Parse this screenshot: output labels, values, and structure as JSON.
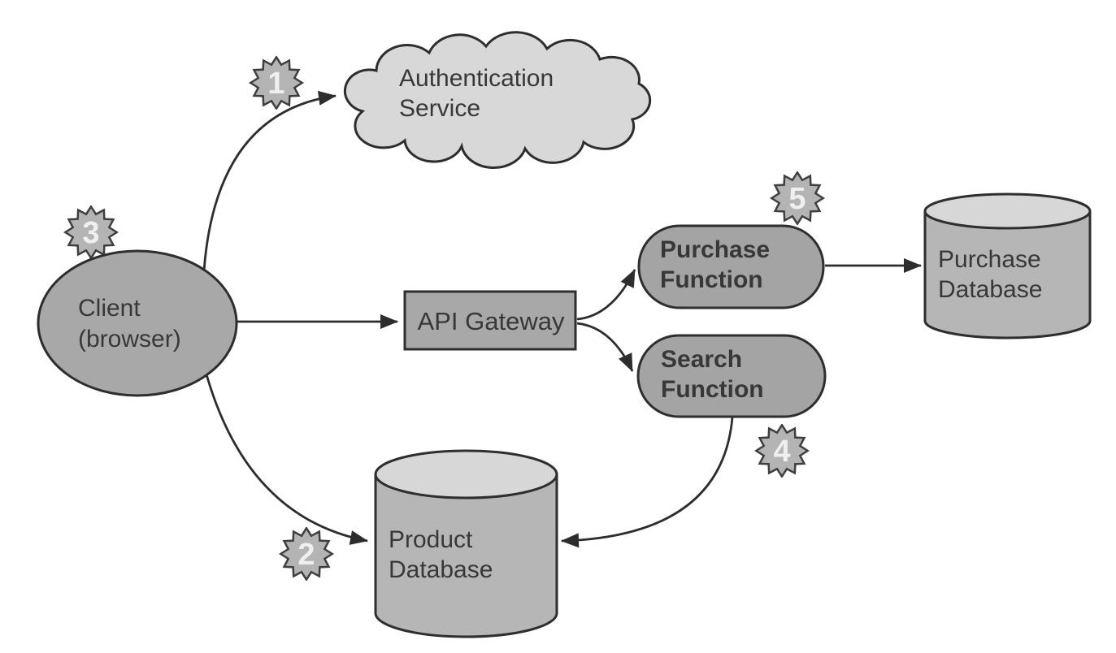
{
  "diagram": {
    "description": "Serverless web application architecture diagram",
    "nodes": {
      "auth_service": {
        "shape": "cloud",
        "line1": "Authentication",
        "line2": "Service"
      },
      "client": {
        "shape": "ellipse",
        "line1": "Client",
        "line2": "(browser)"
      },
      "api_gateway": {
        "shape": "rectangle",
        "label": "API Gateway"
      },
      "purchase_function": {
        "shape": "rounded-rectangle",
        "line1": "Purchase",
        "line2": "Function"
      },
      "search_function": {
        "shape": "rounded-rectangle",
        "line1": "Search",
        "line2": "Function"
      },
      "purchase_database": {
        "shape": "cylinder",
        "line1": "Purchase",
        "line2": "Database"
      },
      "product_database": {
        "shape": "cylinder",
        "line1": "Product",
        "line2": "Database"
      }
    },
    "badges": [
      {
        "label": "1",
        "near": "arrow client to auth_service"
      },
      {
        "label": "2",
        "near": "arrow client to product_database"
      },
      {
        "label": "3",
        "near": "client"
      },
      {
        "label": "4",
        "near": "search_function"
      },
      {
        "label": "5",
        "near": "purchase_function"
      }
    ],
    "edges": [
      {
        "from": "client",
        "to": "auth_service",
        "badge": "1"
      },
      {
        "from": "client",
        "to": "api_gateway"
      },
      {
        "from": "client",
        "to": "product_database",
        "badge": "2"
      },
      {
        "from": "api_gateway",
        "to": "purchase_function"
      },
      {
        "from": "api_gateway",
        "to": "search_function"
      },
      {
        "from": "purchase_function",
        "to": "purchase_database"
      },
      {
        "from": "search_function",
        "to": "product_database",
        "badge": "4"
      }
    ],
    "colors": {
      "background": "#ffffff",
      "cloud_fill": "#d8d8d8",
      "node_fill": "#a8a8a8",
      "pill_fill": "#a4a4a4",
      "cylinder_body_fill": "#b6b6b6",
      "cylinder_top_fill": "#d7d7d7",
      "badge_fill": "#b4b4b4",
      "badge_number": "#efefef",
      "outline": "#2e2e2e",
      "arrow": "#2d2d2d",
      "text": "#383838"
    }
  }
}
